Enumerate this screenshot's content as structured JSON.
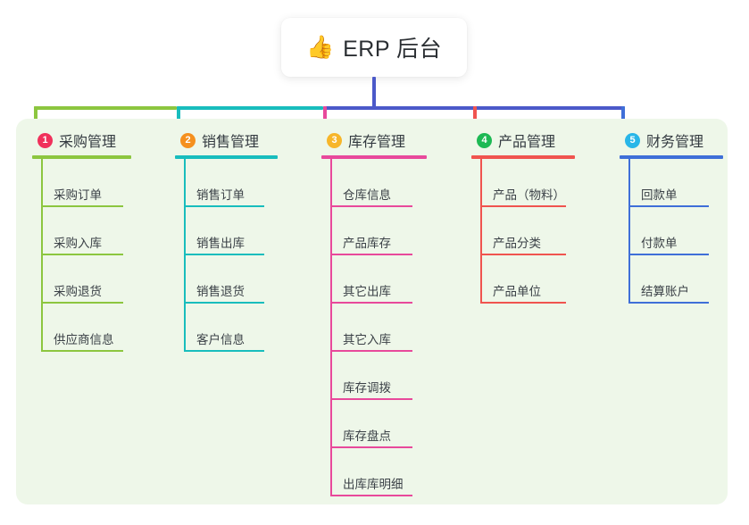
{
  "root": {
    "icon": "thumbs-up-icon",
    "icon_glyph": "👍",
    "title": "ERP 后台"
  },
  "panel": {
    "background": "#eef7e9"
  },
  "columns": [
    {
      "number": "1",
      "title": "采购管理",
      "badge_color": "#f0315b",
      "line_color": "#8cc63f",
      "items": [
        {
          "label": "采购订单"
        },
        {
          "label": "采购入库"
        },
        {
          "label": "采购退货"
        },
        {
          "label": "供应商信息"
        }
      ]
    },
    {
      "number": "2",
      "title": "销售管理",
      "badge_color": "#f5901e",
      "line_color": "#18bdbd",
      "items": [
        {
          "label": "销售订单"
        },
        {
          "label": "销售出库"
        },
        {
          "label": "销售退货"
        },
        {
          "label": "客户信息"
        }
      ]
    },
    {
      "number": "3",
      "title": "库存管理",
      "badge_color": "#f7b62a",
      "line_color": "#e8499b",
      "items": [
        {
          "label": "仓库信息"
        },
        {
          "label": "产品库存"
        },
        {
          "label": "其它出库"
        },
        {
          "label": "其它入库"
        },
        {
          "label": "库存调拨"
        },
        {
          "label": "库存盘点"
        },
        {
          "label": "出库库明细"
        }
      ]
    },
    {
      "number": "4",
      "title": "产品管理",
      "badge_color": "#1db954",
      "line_color": "#f0544f",
      "items": [
        {
          "label": "产品（物料）"
        },
        {
          "label": "产品分类"
        },
        {
          "label": "产品单位"
        }
      ]
    },
    {
      "number": "5",
      "title": "财务管理",
      "badge_color": "#29b6e8",
      "line_color": "#3f6fd8",
      "items": [
        {
          "label": "回款单"
        },
        {
          "label": "付款单"
        },
        {
          "label": "结算账户"
        }
      ]
    }
  ],
  "connectors": {
    "stem_color": "#4b59c9",
    "bus_segments": [
      {
        "color": "#8cc63f"
      },
      {
        "color": "#18bdbd"
      },
      {
        "color": "#4b59c9"
      }
    ],
    "drops": [
      {
        "color": "#8cc63f"
      },
      {
        "color": "#18bdbd"
      },
      {
        "color": "#e8499b"
      },
      {
        "color": "#f0544f"
      },
      {
        "color": "#3f6fd8"
      }
    ]
  }
}
